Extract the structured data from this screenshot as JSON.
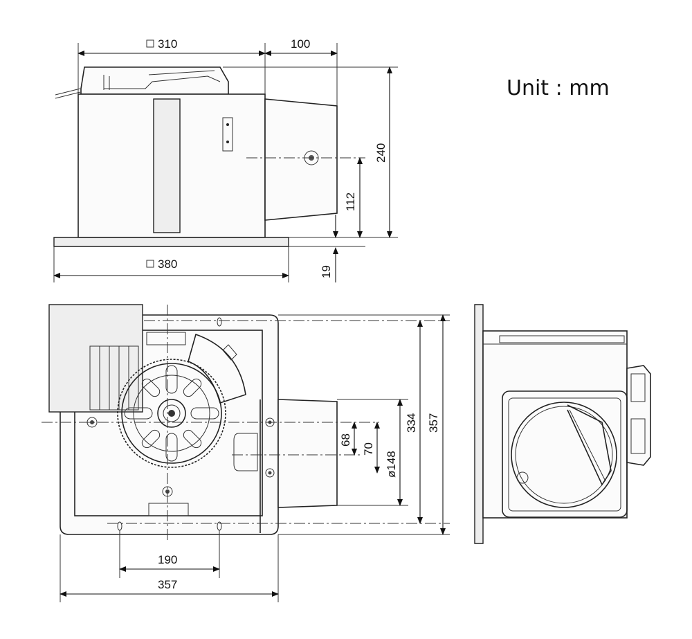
{
  "unit_label": "Unit : mm",
  "dimensions": {
    "top_width": "310",
    "duct_length": "100",
    "total_height": "240",
    "duct_center_height": "112",
    "flange_offset": "19",
    "grille_width": "380",
    "side_width": "334",
    "side_total": "357",
    "duct_diameter": "ø148",
    "offset_70": "70",
    "offset_68": "68",
    "bolt_spacing": "190",
    "bottom_width": "357"
  },
  "colors": {
    "line": "#222222",
    "fill": "#fbfbfb",
    "shade": "#eeeeee"
  }
}
